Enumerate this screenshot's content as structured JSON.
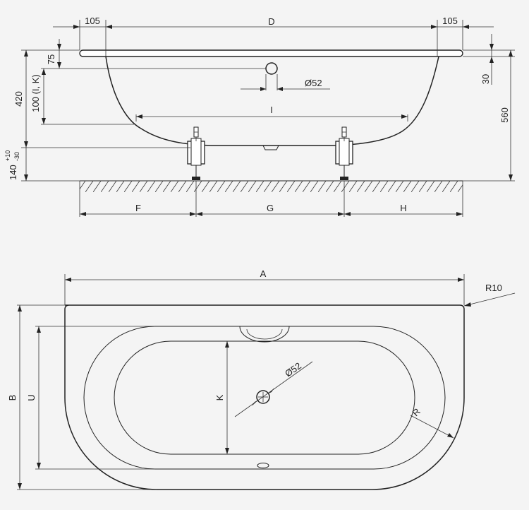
{
  "side_view": {
    "dim_left": "105",
    "dim_top": "D",
    "dim_right": "105",
    "dim_rim": "75",
    "dim_rim_label": "100 (I, K)",
    "dim_height": "420",
    "dim_tolerance_base": "140",
    "dim_tolerance_plus": "+10",
    "dim_tolerance_minus": "-30",
    "dim_edge": "30",
    "dim_total_height": "560",
    "dim_waste": "Ø52",
    "dim_inner": "I",
    "dim_f": "F",
    "dim_g": "G",
    "dim_h": "H"
  },
  "top_view": {
    "dim_length": "A",
    "dim_corner_radius": "R10",
    "dim_width": "B",
    "dim_inner_width": "U",
    "dim_k": "K",
    "dim_waste": "Ø52",
    "dim_radius": "R"
  }
}
